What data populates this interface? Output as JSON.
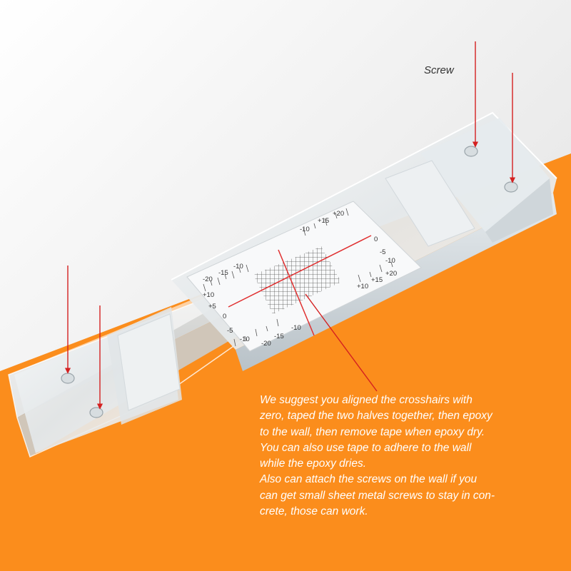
{
  "labels": {
    "screw": "Screw"
  },
  "caption_lines": [
    "We suggest you aligned the crosshairs with",
    "zero, taped the two halves together, then epoxy",
    "to the wall, then remove tape when epoxy dry.",
    "You can also use tape to adhere to the wall",
    "while the epoxy dries.",
    "Also can attach the screws on the wall if you",
    "can get small sheet metal screws to stay in con-",
    "crete, those can work."
  ],
  "scale_numbers": {
    "top_left": [
      "-20",
      "-15",
      "-10"
    ],
    "left_side": [
      "+10",
      "+5",
      "0",
      "-5",
      "-10"
    ],
    "bottom_left": [
      "-20",
      "-15",
      "-10"
    ],
    "top_right": [
      "-10",
      "+15",
      "+20"
    ],
    "right_side": [
      "0",
      "-5",
      "-10"
    ],
    "bottom_right": [
      "+10",
      "+15",
      "+20"
    ]
  },
  "colors": {
    "background_light": "#f1f1f1",
    "background_orange": "#fb8d1c",
    "arrow_red": "#d42020",
    "caption_text": "#ffffff",
    "acrylic": "#e9ecee"
  }
}
